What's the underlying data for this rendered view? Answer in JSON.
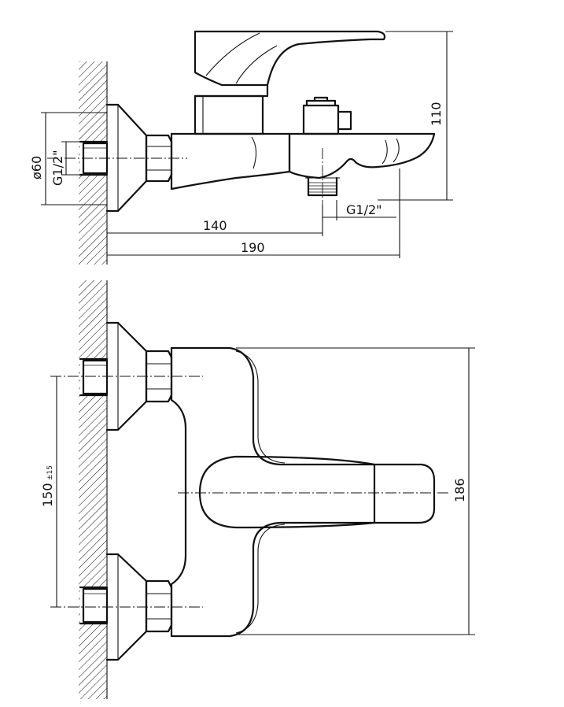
{
  "drawing": {
    "side_view": {
      "dim_diameter": "ø60",
      "dim_thread_left": "G1/2\"",
      "dim_thread_outlet": "G1/2\"",
      "dim_height": "110",
      "dim_140": "140",
      "dim_190": "190"
    },
    "top_view": {
      "dim_spacing_main": "150",
      "dim_spacing_tol": "±15",
      "dim_width": "186"
    }
  },
  "colors": {
    "line": "#111111",
    "background": "#ffffff"
  }
}
